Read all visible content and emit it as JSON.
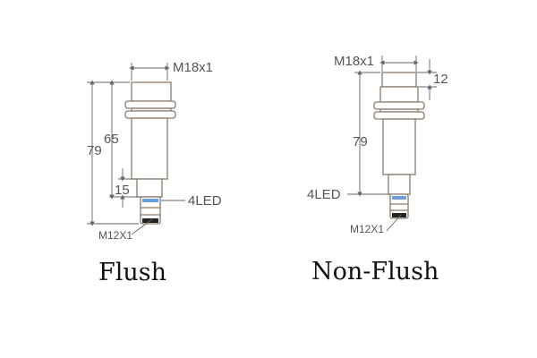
{
  "flush": {
    "thread_label": "M18x1",
    "total_length": "79",
    "body_length": "65",
    "tail_length": "15",
    "led_label": "4LED",
    "connector_label": "M12X1",
    "caption": "Flush"
  },
  "non_flush": {
    "thread_label": "M18x1",
    "protrusion_length": "12",
    "total_length": "79",
    "led_label": "4LED",
    "connector_label": "M12X1",
    "caption": "Non-Flush"
  },
  "colors": {
    "outline": "#8a7a6a",
    "dimension": "#666666",
    "text": "#555555",
    "caption": "#111111"
  }
}
